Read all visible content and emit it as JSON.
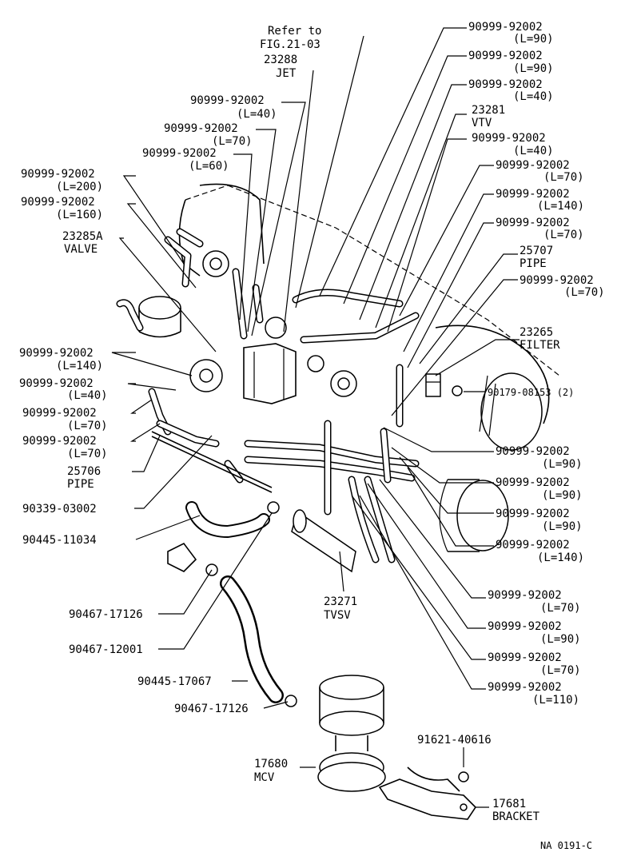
{
  "diagram_code": "NA 0191-C",
  "callouts": [
    {
      "id": "refer_to",
      "line1": "Refer to",
      "line2": "FIG.21-03"
    },
    {
      "id": "jet",
      "line1": "23288",
      "line2": "JET"
    },
    {
      "id": "hose_l40_a",
      "line1": "90999-92002",
      "line2": "(L=40)"
    },
    {
      "id": "hose_l70_a",
      "line1": "90999-92002",
      "line2": "(L=70)"
    },
    {
      "id": "hose_l60",
      "line1": "90999-92002",
      "line2": "(L=60)"
    },
    {
      "id": "hose_l200",
      "line1": "90999-92002",
      "line2": "(L=200)"
    },
    {
      "id": "hose_l160",
      "line1": "90999-92002",
      "line2": "(L=160)"
    },
    {
      "id": "valve",
      "line1": "23285A",
      "line2": "VALVE"
    },
    {
      "id": "hose_l140_a",
      "line1": "90999-92002",
      "line2": "(L=140)"
    },
    {
      "id": "hose_l40_b",
      "line1": "90999-92002",
      "line2": "(L=40)"
    },
    {
      "id": "hose_l70_b",
      "line1": "90999-92002",
      "line2": "(L=70)"
    },
    {
      "id": "hose_l70_c",
      "line1": "90999-92002",
      "line2": "(L=70)"
    },
    {
      "id": "pipe_25706",
      "line1": "25706",
      "line2": "PIPE"
    },
    {
      "id": "clip_90339",
      "line1": "90339-03002",
      "line2": ""
    },
    {
      "id": "hose_90445_11034",
      "line1": "90445-11034",
      "line2": ""
    },
    {
      "id": "clamp_90467_17126_a",
      "line1": "90467-17126",
      "line2": ""
    },
    {
      "id": "clamp_90467_12001",
      "line1": "90467-12001",
      "line2": ""
    },
    {
      "id": "hose_90445_17067",
      "line1": "90445-17067",
      "line2": ""
    },
    {
      "id": "clamp_90467_17126_b",
      "line1": "90467-17126",
      "line2": ""
    },
    {
      "id": "mcv",
      "line1": "17680",
      "line2": "MCV"
    },
    {
      "id": "tvsv",
      "line1": "23271",
      "line2": "TVSV"
    },
    {
      "id": "r_hose_l90_a",
      "line1": "90999-92002",
      "line2": "(L=90)"
    },
    {
      "id": "r_hose_l90_b",
      "line1": "90999-92002",
      "line2": "(L=90)"
    },
    {
      "id": "r_hose_l40_a",
      "line1": "90999-92002",
      "line2": "(L=40)"
    },
    {
      "id": "vtv",
      "line1": "23281",
      "line2": "VTV"
    },
    {
      "id": "r_hose_l40_b",
      "line1": "90999-92002",
      "line2": "(L=40)"
    },
    {
      "id": "r_hose_l70_a",
      "line1": "90999-92002",
      "line2": "(L=70)"
    },
    {
      "id": "r_hose_l140_a",
      "line1": "90999-92002",
      "line2": "(L=140)"
    },
    {
      "id": "r_hose_l70_b",
      "line1": "90999-92002",
      "line2": "(L=70)"
    },
    {
      "id": "pipe_25707",
      "line1": "25707",
      "line2": "PIPE"
    },
    {
      "id": "r_hose_l70_c",
      "line1": "90999-92002",
      "line2": "(L=70)"
    },
    {
      "id": "filter",
      "line1": "23265",
      "line2": "FILTER"
    },
    {
      "id": "bolt_90179",
      "line1": "90179-08153 (2)",
      "line2": ""
    },
    {
      "id": "r_hose_l90_c",
      "line1": "90999-92002",
      "line2": "(L=90)"
    },
    {
      "id": "r_hose_l90_d",
      "line1": "90999-92002",
      "line2": "(L=90)"
    },
    {
      "id": "r_hose_l90_e",
      "line1": "90999-92002",
      "line2": "(L=90)"
    },
    {
      "id": "r_hose_l140_b",
      "line1": "90999-92002",
      "line2": "(L=140)"
    },
    {
      "id": "r_hose_l70_d",
      "line1": "90999-92002",
      "line2": "(L=70)"
    },
    {
      "id": "r_hose_l90_f",
      "line1": "90999-92002",
      "line2": "(L=90)"
    },
    {
      "id": "r_hose_l70_e",
      "line1": "90999-92002",
      "line2": "(L=70)"
    },
    {
      "id": "r_hose_l110",
      "line1": "90999-92002",
      "line2": "(L=110)"
    },
    {
      "id": "bolt_91621",
      "line1": "91621-40616",
      "line2": ""
    },
    {
      "id": "bracket",
      "line1": "17681",
      "line2": "BRACKET"
    }
  ]
}
